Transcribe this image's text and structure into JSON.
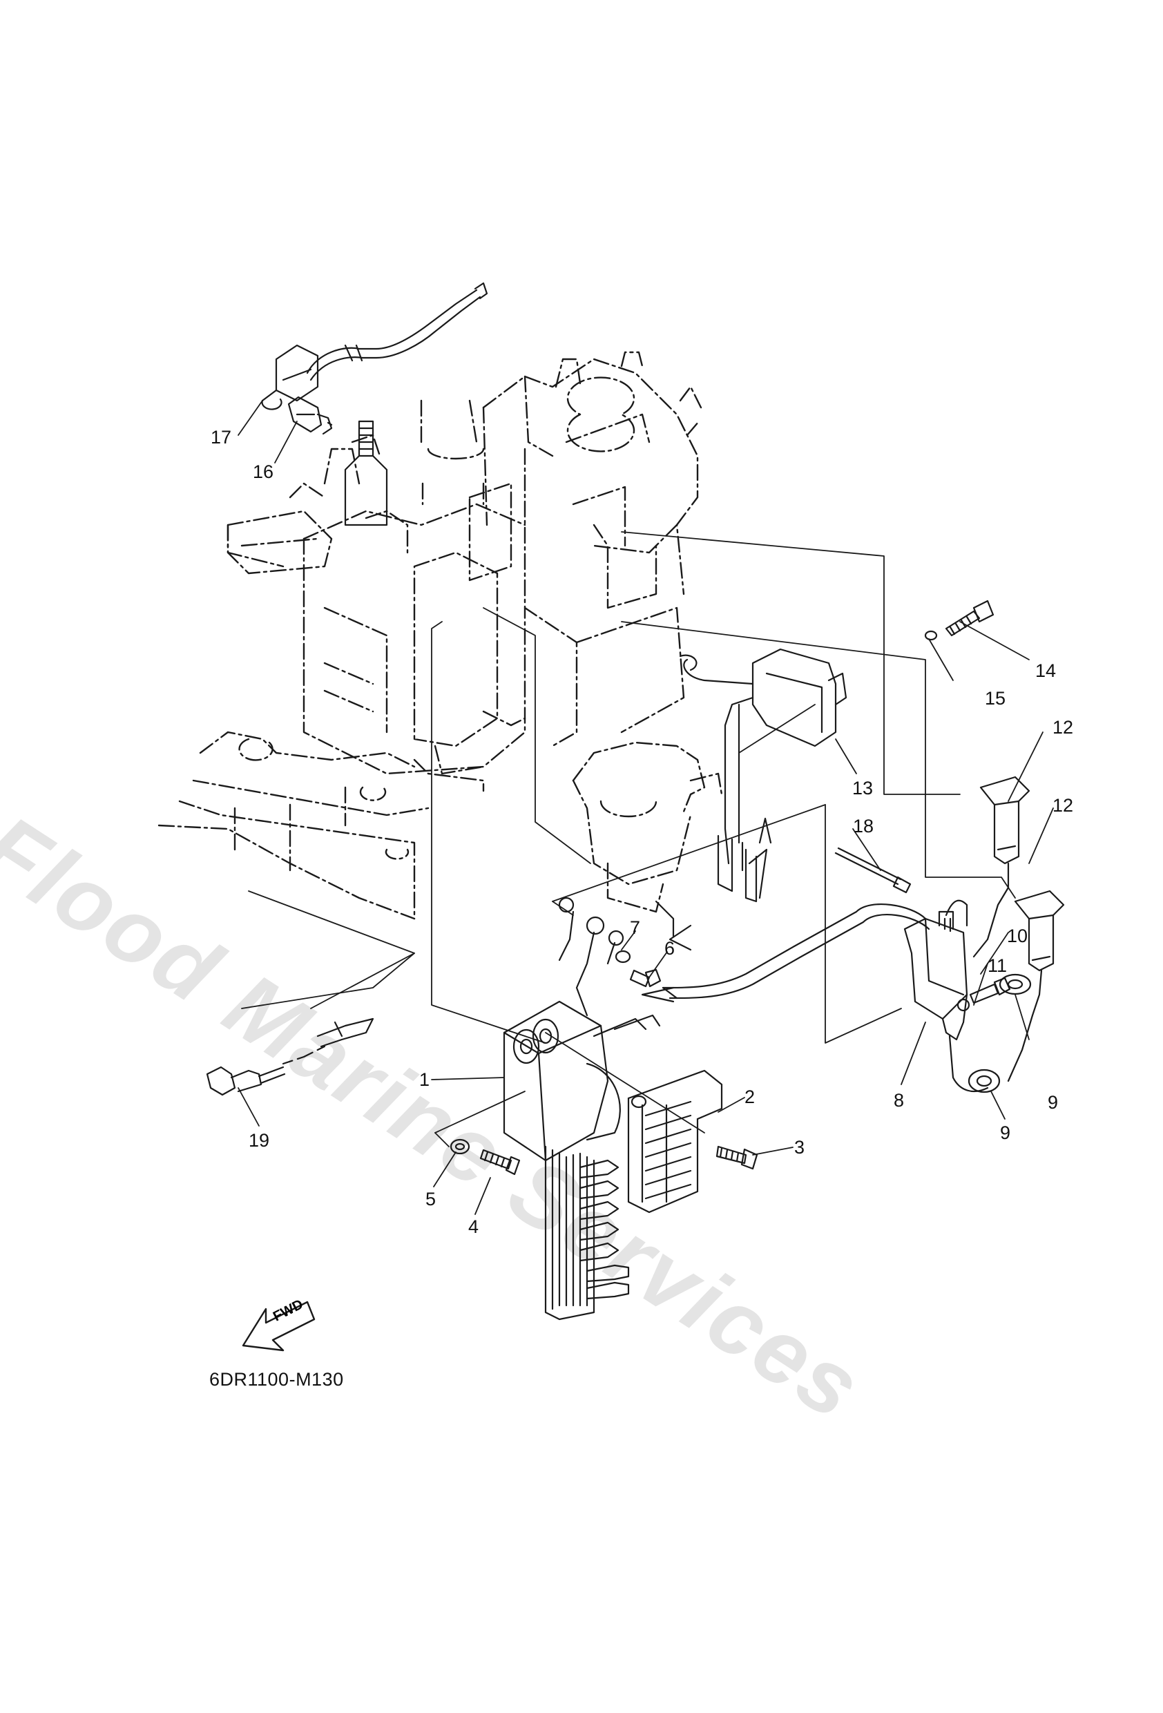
{
  "diagram": {
    "code": "6DR1100-M130",
    "fwd_label": "FWD",
    "watermark": "Flood Marine Services",
    "callouts": [
      {
        "id": "c1",
        "label": "1"
      },
      {
        "id": "c2",
        "label": "2"
      },
      {
        "id": "c3",
        "label": "3"
      },
      {
        "id": "c4",
        "label": "4"
      },
      {
        "id": "c5",
        "label": "5"
      },
      {
        "id": "c6",
        "label": "6"
      },
      {
        "id": "c7",
        "label": "7"
      },
      {
        "id": "c8",
        "label": "8"
      },
      {
        "id": "c9a",
        "label": "9"
      },
      {
        "id": "c9b",
        "label": "9"
      },
      {
        "id": "c10",
        "label": "10"
      },
      {
        "id": "c11",
        "label": "11"
      },
      {
        "id": "c12a",
        "label": "12"
      },
      {
        "id": "c12b",
        "label": "12"
      },
      {
        "id": "c13",
        "label": "13"
      },
      {
        "id": "c14",
        "label": "14"
      },
      {
        "id": "c15",
        "label": "15"
      },
      {
        "id": "c16",
        "label": "16"
      },
      {
        "id": "c17",
        "label": "17"
      },
      {
        "id": "c18",
        "label": "18"
      },
      {
        "id": "c19",
        "label": "19"
      }
    ]
  }
}
